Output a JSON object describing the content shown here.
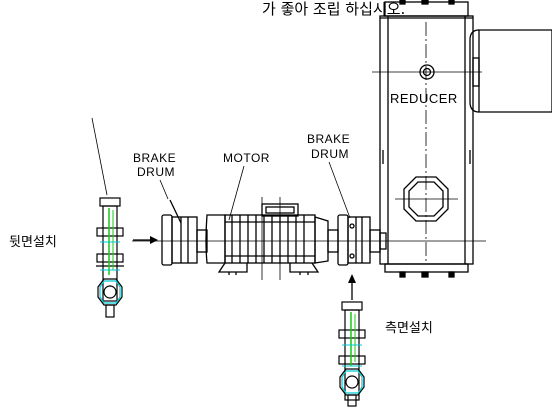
{
  "caption": {
    "top_text": "가 좋아 조립 하십시오."
  },
  "components": {
    "reducer": "REDUCER",
    "motor": "MOTOR",
    "brake_drum_left": [
      "BRAKE",
      "DRUM"
    ],
    "brake_drum_right": [
      "BRAKE",
      "DRUM"
    ]
  },
  "mounting": {
    "rear": "뒷면설치",
    "side": "측면설치"
  },
  "colors": {
    "line": "#000000",
    "brake_green": "#19c819",
    "brake_cyan": "#00c8d2"
  }
}
